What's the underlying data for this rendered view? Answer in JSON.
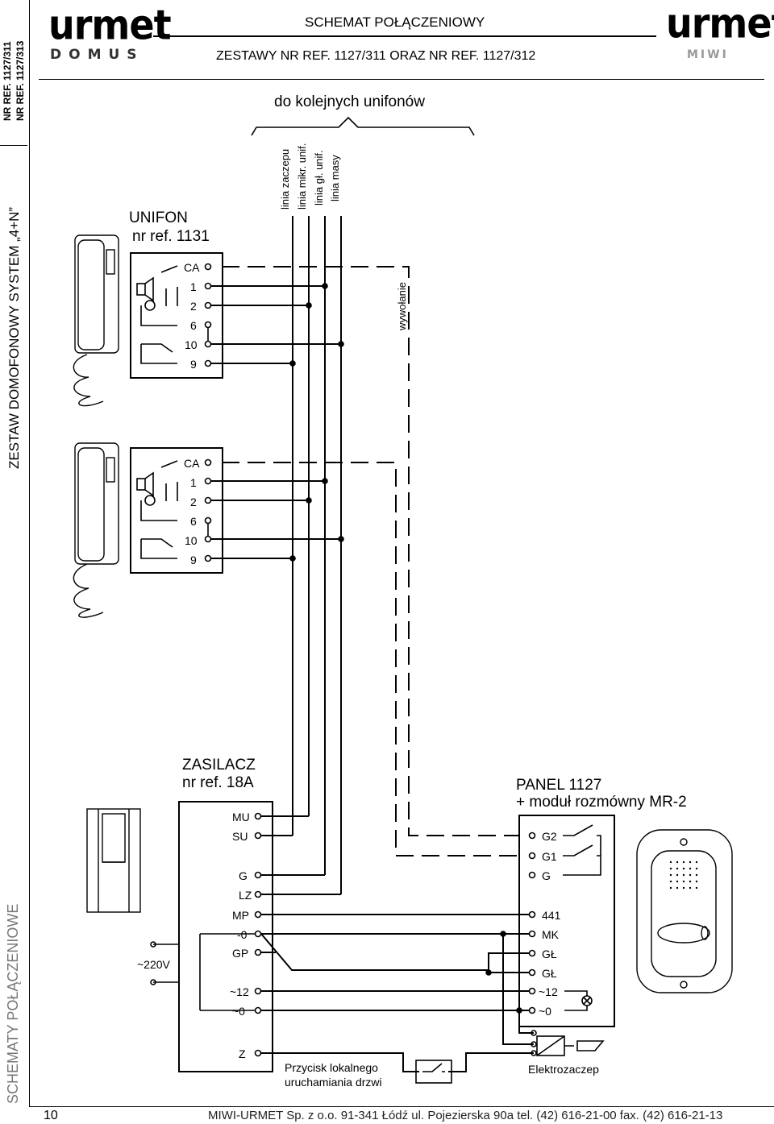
{
  "sidebar": {
    "ref1": "NR REF. 1127/311",
    "ref2": "NR REF. 1127/313",
    "system": "ZESTAW DOMOFONOWY SYSTEM „4+N”",
    "section": "SCHEMATY POŁĄCZENIOWE"
  },
  "header": {
    "logo_left": "urmet",
    "logo_left_sub": "DOMUS",
    "logo_right": "urmet",
    "logo_right_sub": "MIWI",
    "title": "SCHEMAT POŁĄCZENIOWY",
    "subtitle": "ZESTAWY NR REF. 1127/311 ORAZ NR REF. 1127/312"
  },
  "diagram": {
    "top_label": "do kolejnych unifonów",
    "bus_lines": [
      "linia zaczepu",
      "linia mikr. unif.",
      "linia gł. unif.",
      "linia masy"
    ],
    "call_label": "wywołanie",
    "unifon_title": "UNIFON",
    "unifon_ref": "nr ref. 1131",
    "unifon_terminals": [
      "CA",
      "1",
      "2",
      "6",
      "10",
      "9"
    ],
    "psu_title": "ZASILACZ",
    "psu_ref": "nr ref. 18A",
    "psu_terminals": [
      "MU",
      "SU",
      "G",
      "LZ",
      "MP",
      "-0",
      "GP",
      "~12",
      "~0",
      "Z"
    ],
    "mains_label": "~220V",
    "panel_title": "PANEL 1127",
    "panel_subtitle": "+ moduł rozmówny MR-2",
    "panel_terminals": [
      "G2",
      "G1",
      "G",
      "441",
      "MK",
      "GŁ",
      "GŁ",
      "~12",
      "~0"
    ],
    "button_label_1": "Przycisk lokalnego",
    "button_label_2": "uruchamiania drzwi",
    "strike_label": "Elektrozaczep"
  },
  "footer": {
    "page": "10",
    "text": "MIWI-URMET Sp. z o.o.  91-341 Łódź ul. Pojezierska 90a  tel. (42) 616-21-00  fax. (42) 616-21-13"
  }
}
